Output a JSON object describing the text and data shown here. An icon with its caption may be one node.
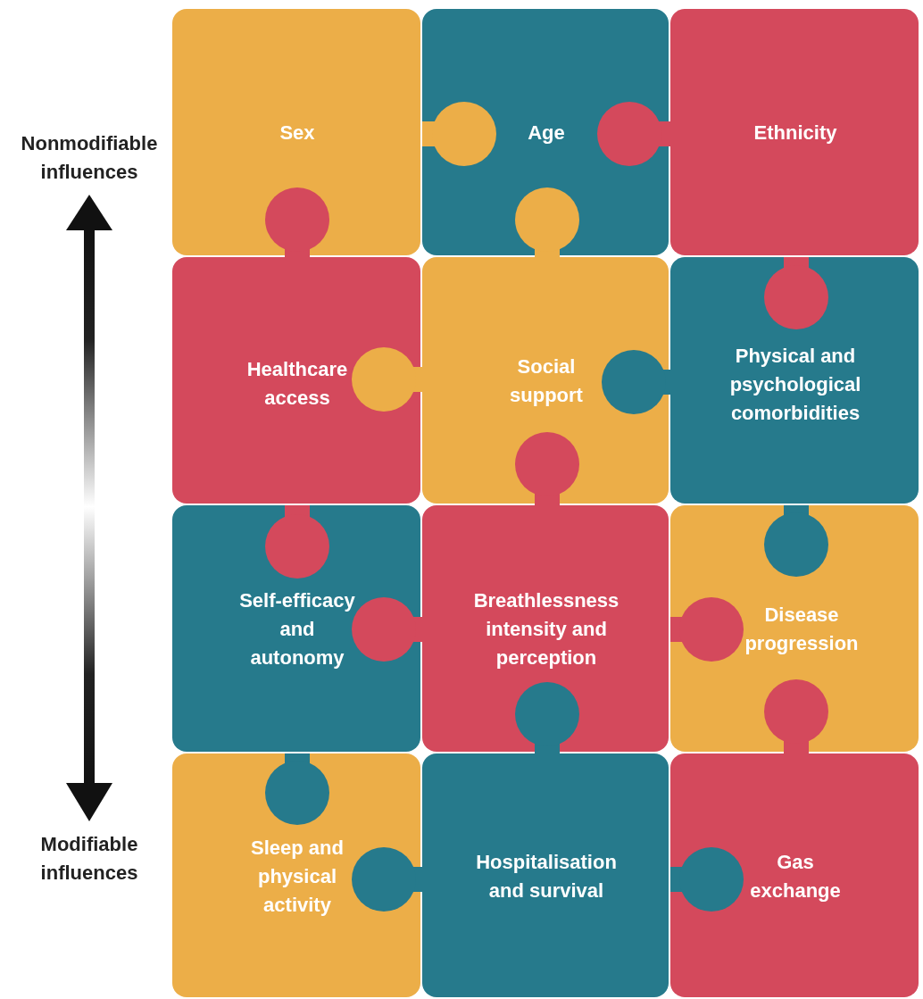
{
  "diagram": {
    "nodes": [
      {
        "text": [
          "Sex"
        ]
      },
      {
        "text": [
          "Age"
        ]
      },
      {
        "text": [
          "Ethnicity"
        ]
      },
      {
        "text": [
          "Healthcare access"
        ]
      },
      {
        "text": [
          "Social support"
        ]
      },
      {
        "text": [
          "Physical and psychological comorbidities"
        ]
      },
      {
        "text": [
          "Self-efficacy and autonomy"
        ]
      },
      {
        "text": [
          "Breathlessness intensity and perception"
        ]
      },
      {
        "text": [
          "Disease progression"
        ]
      },
      {
        "text": [
          "Sleep and physical activity"
        ]
      },
      {
        "text": [
          "Hospitalisation and survival"
        ]
      },
      {
        "text": [
          "Gas exchange"
        ]
      }
    ],
    "labels": [
      "Nonmodifiable influences",
      "Modifiable influences"
    ]
  }
}
